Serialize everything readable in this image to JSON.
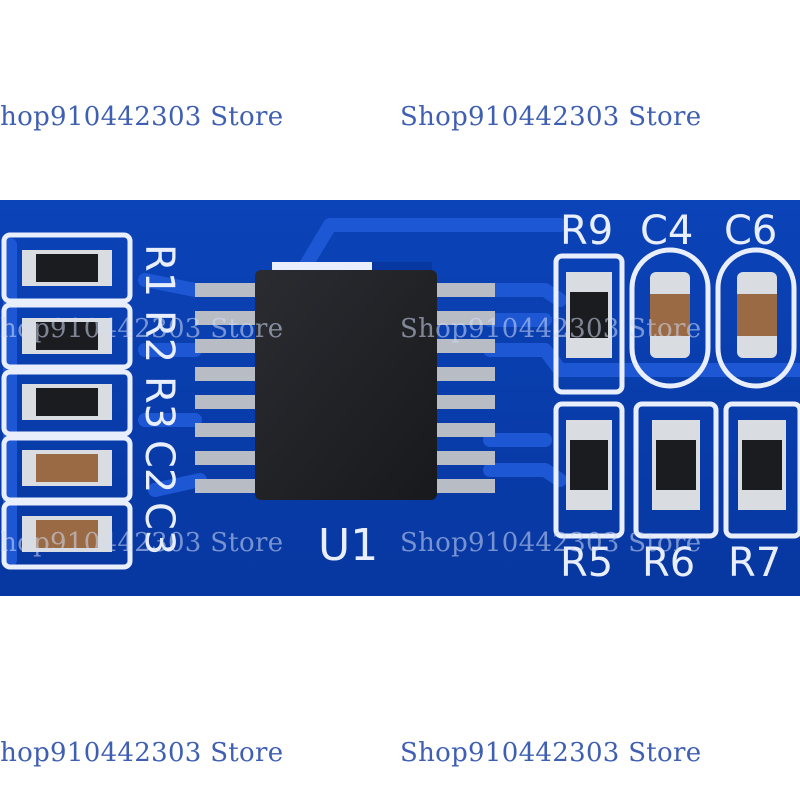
{
  "watermark": {
    "text": "Shop910442303 Store"
  },
  "silkscreen": {
    "chip_label": "U1",
    "left_labels": [
      "R1",
      "R2",
      "R3",
      "C2",
      "C3"
    ],
    "top_right_labels": [
      "R9",
      "C4",
      "C6"
    ],
    "bottom_right_labels": [
      "R5",
      "R6",
      "R7"
    ]
  },
  "colors": {
    "board": "#0a3fb0",
    "board_dark": "#05308f",
    "trace": "#1b54d0",
    "silk": "#e9eefc",
    "chip": "#222428",
    "pin": "#b8bcc4",
    "watermark": "#3f5fb3"
  }
}
